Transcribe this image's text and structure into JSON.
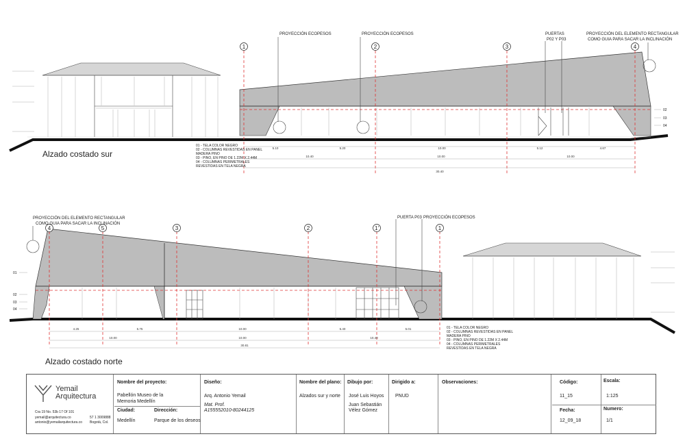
{
  "south": {
    "title": "Alzado costado sur",
    "axes": [
      "1",
      "2",
      "3",
      "4"
    ],
    "callouts": [
      "PROYECCIÓN ECOPESOS",
      "PROYECCIÓN ECOPESOS",
      "PUERTAS",
      "P02 Y P03",
      "PROYECCIÓN DEL ELEMENTO RECTANGULAR",
      "COMO GUIA PARA SACAR LA INCLINACIÓN"
    ],
    "level_marks": [
      "02",
      "03",
      "04"
    ],
    "legend": [
      "01 - TELA COLOR NEGRO",
      "02 - COLUMNAS REVESTIDAS EN PANEL",
      "MADERA PINO",
      "03 - PINO, EN PINO DE 1.22M X 2.44M",
      "04 - COLUMNAS PERIMETRALES",
      "REVESTIDAS EN TELA NEGRA"
    ],
    "dims_row1": [
      "5.10",
      "5.20",
      "10.00",
      "5.12",
      "4.67"
    ],
    "dims_row2": [
      "10.40",
      "10.00",
      "10.00"
    ],
    "dims_total": "30.40"
  },
  "north": {
    "title": "Alzado costado norte",
    "axes": [
      "4",
      "5",
      "3",
      "2",
      "1'",
      "1"
    ],
    "callouts": [
      "PROYECCIÓN DEL ELEMENTO RECTANGULAR",
      "COMO GUIA PARA SACAR LA INCLINACIÓN",
      "PUERTA P03",
      "PROYECCIÓN ECOPESOS"
    ],
    "level_marks": [
      "01",
      "02",
      "03",
      "04"
    ],
    "legend": [
      "01 - TELA COLOR NEGRO",
      "02 - COLUMNAS REVESTIDAS EN PANEL",
      "MADERA PINO",
      "03 - PINO, EN PINO DE 1.22M X 2.44M",
      "04 - COLUMNAS PERIMETRALES",
      "REVESTIDAS EN TELA NEGRA"
    ],
    "dims_row1": [
      "4.25",
      "5.75",
      "10.00",
      "5.40",
      "5.01"
    ],
    "dims_row2": [
      "10.00",
      "10.00",
      "10.40"
    ],
    "dims_total": "30.81"
  },
  "titleblock": {
    "logo_line1": "Yemail",
    "logo_line2": "Arquitectura",
    "address": "Cra 19 No. 53b 17 Of 101",
    "email1": "yemail@arquitectura.co",
    "email2": "antonio@yemailarquitectura.co",
    "phone": "57 1 3009888",
    "city": "Bogotá, Col.",
    "project_label": "Nombre del proyecto:",
    "project_value_1": "Pabellón Museo de la",
    "project_value_2": "Memoria Medellín",
    "city_label": "Ciudad:",
    "city_value": "Medellín",
    "address_label": "Dirección:",
    "address_value": "Parque de los deseos",
    "design_label": "Diseño:",
    "design_value": "Arq. Antonio Yemail",
    "mat_label": "Mat. Prof.",
    "mat_value": "A155552010-80244125",
    "plan_label": "Nombre del plano:",
    "plan_value": "Alzados sur y norte",
    "drawn_label": "Dibujo por:",
    "drawn_value_1": "José Luis Hoyos",
    "drawn_value_2": "Juan Sebastián",
    "drawn_value_3": "Vélez Gómez",
    "directed_label": "Dirigido a:",
    "directed_value": "PNUD",
    "obs_label": "Observaciones:",
    "code_label": "Código:",
    "code_value": "11_15",
    "scale_label": "Escala:",
    "scale_value": "1:125",
    "date_label": "Fecha:",
    "date_value": "12_09_18",
    "number_label": "Numero:",
    "number_value": "1/1"
  }
}
